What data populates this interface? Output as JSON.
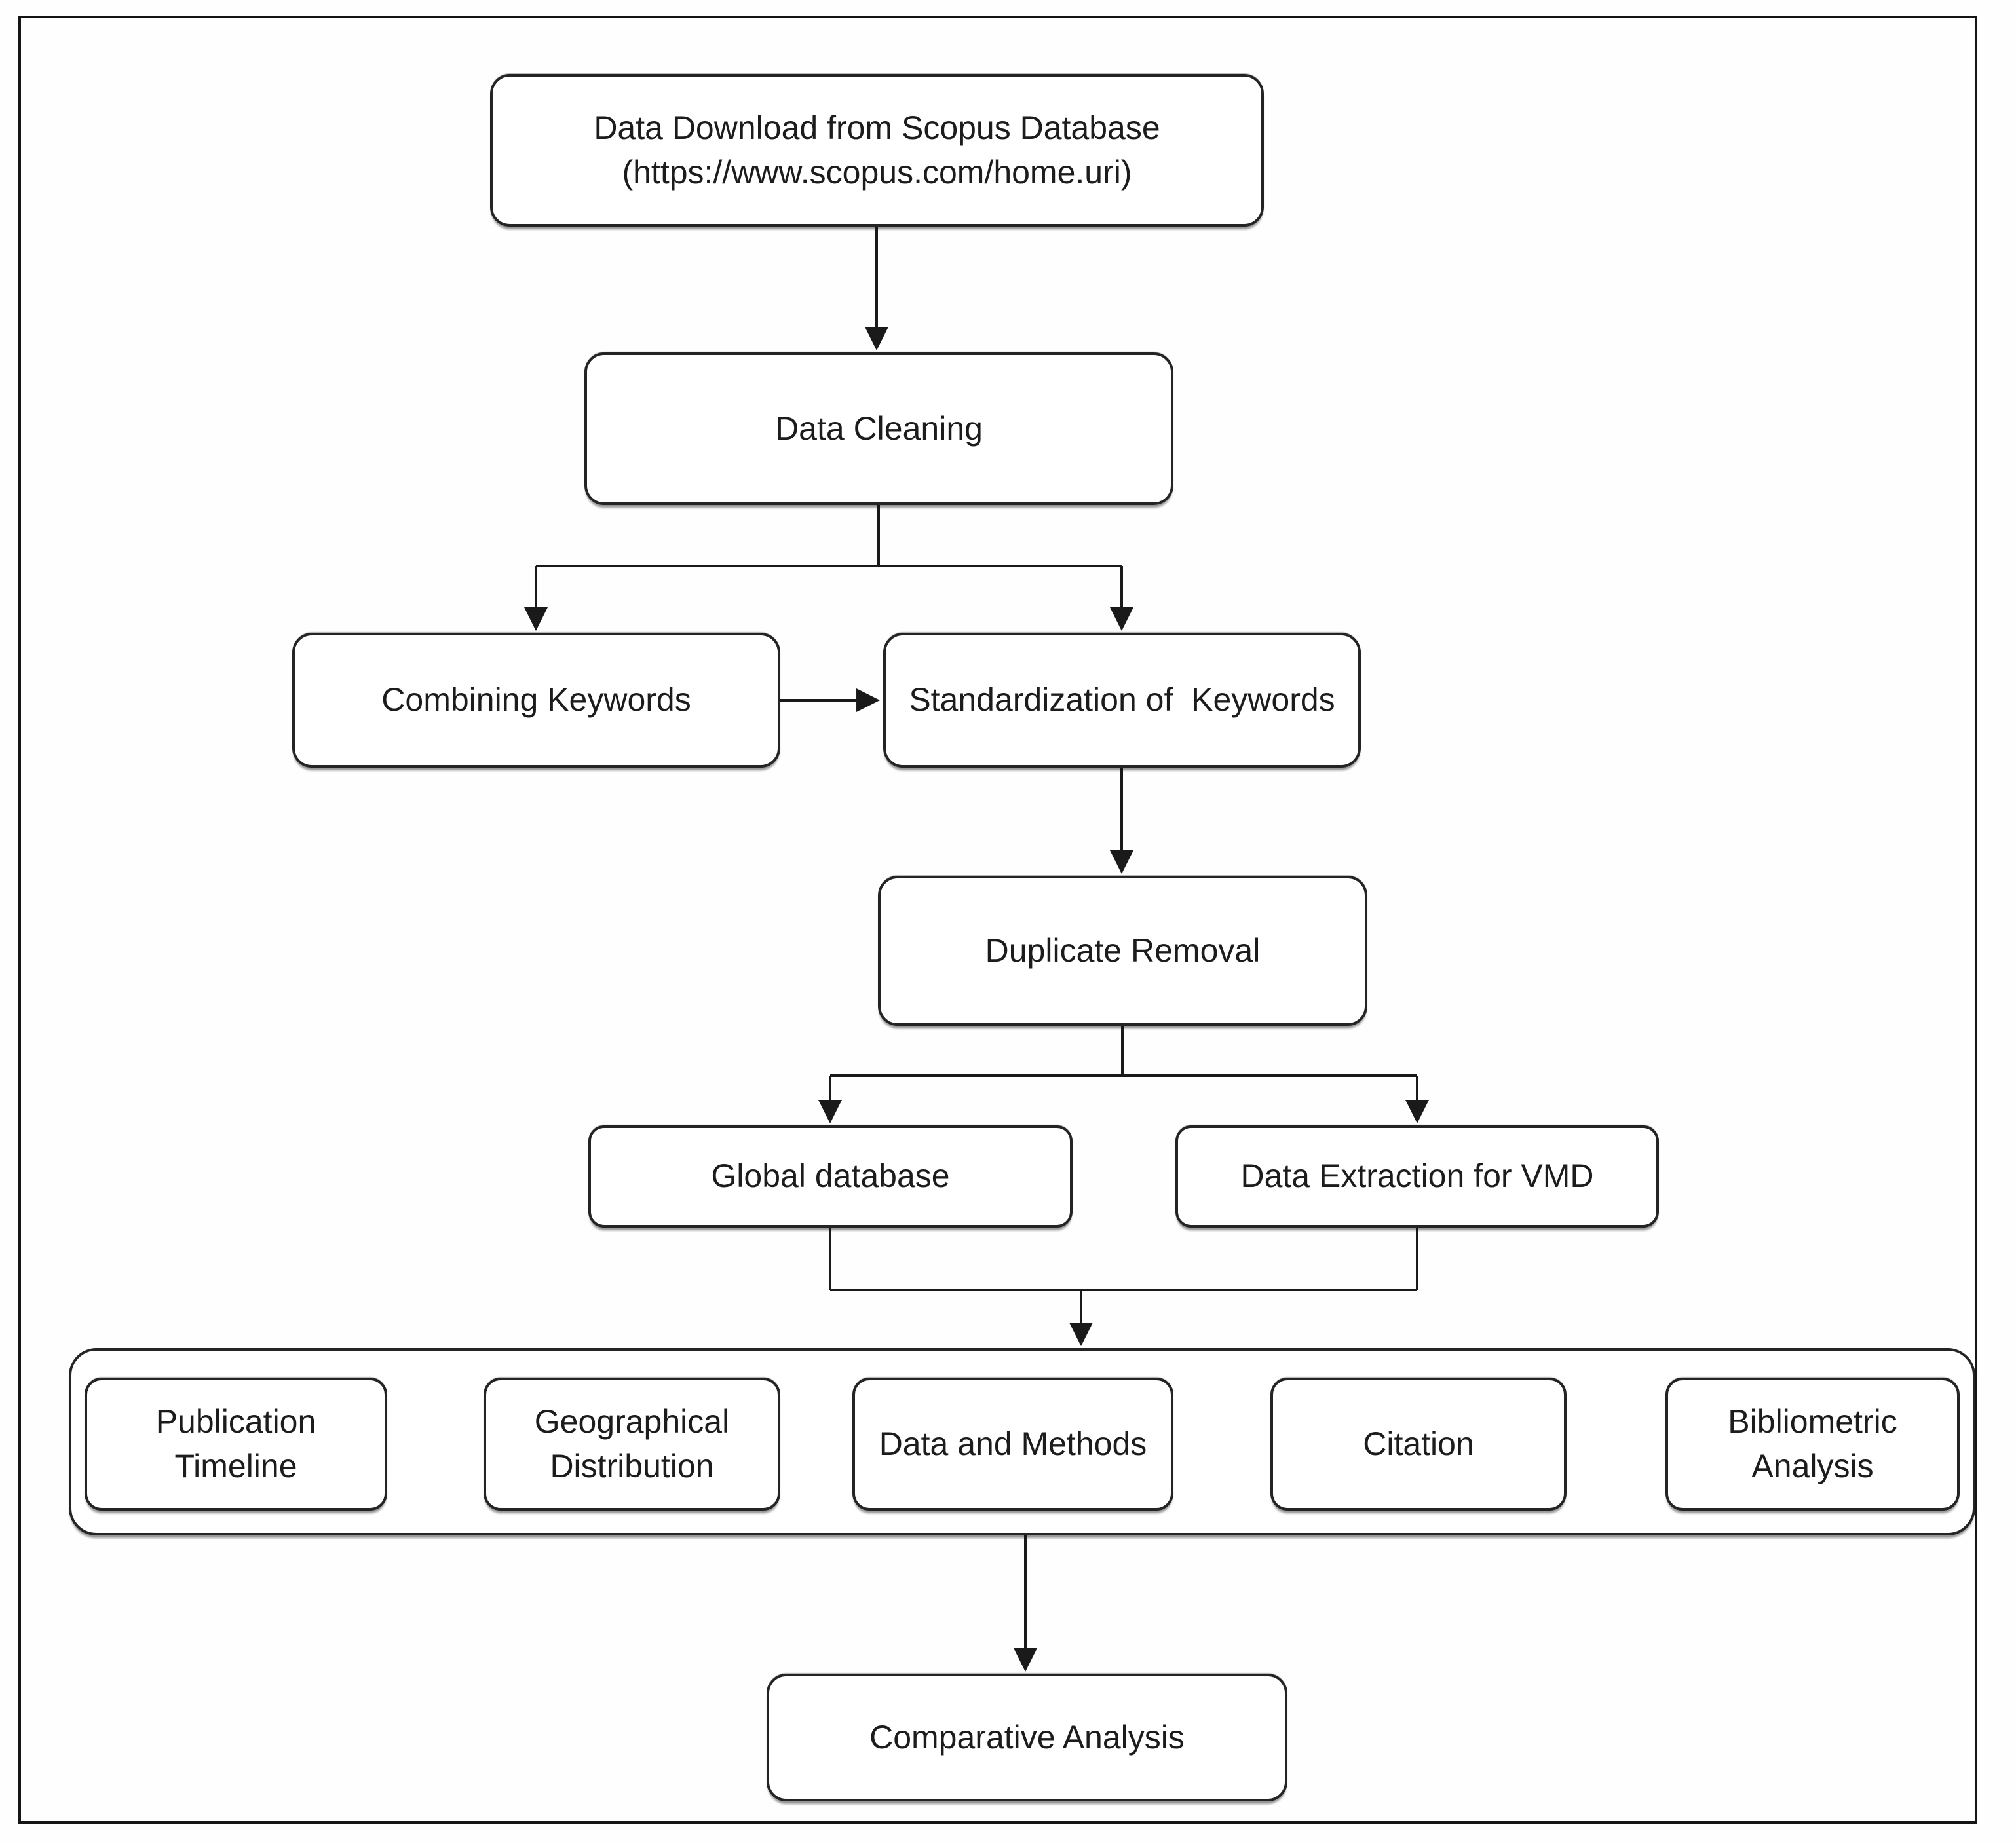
{
  "figure": {
    "type": "flowchart",
    "title": "Bibliometric methodology workflow"
  },
  "colors": {
    "background": "#fefefe",
    "box_fill": "#ffffff",
    "box_border": "#242424",
    "connector": "#1a1a1a",
    "text": "#1c1c1c",
    "frame_border": "#151515"
  },
  "nodes": {
    "scopus": {
      "label": "Data Download from Scopus Database\n(https://www.scopus.com/home.uri)"
    },
    "cleaning": {
      "label": "Data Cleaning"
    },
    "combining": {
      "label": "Combining Keywords"
    },
    "standardization": {
      "label": "Standardization of  Keywords"
    },
    "duplicate": {
      "label": "Duplicate Removal"
    },
    "global": {
      "label": "Global database"
    },
    "extraction": {
      "label": "Data Extraction for VMD"
    },
    "publication": {
      "label": "Publication\nTimeline"
    },
    "geographical": {
      "label": "Geographical\nDistribution"
    },
    "datamethods": {
      "label": "Data and Methods"
    },
    "citation": {
      "label": "Citation"
    },
    "bibliometric": {
      "label": "Bibliometric\nAnalysis"
    },
    "comparative": {
      "label": "Comparative Analysis"
    }
  },
  "edges": [
    {
      "from": "scopus",
      "to": "cleaning"
    },
    {
      "from": "cleaning",
      "to": "combining"
    },
    {
      "from": "cleaning",
      "to": "standardization"
    },
    {
      "from": "combining",
      "to": "standardization"
    },
    {
      "from": "standardization",
      "to": "duplicate"
    },
    {
      "from": "duplicate",
      "to": "global"
    },
    {
      "from": "duplicate",
      "to": "extraction"
    },
    {
      "from": "global",
      "to": "analyses-group"
    },
    {
      "from": "extraction",
      "to": "analyses-group"
    },
    {
      "from": "analyses-group",
      "to": "comparative"
    }
  ]
}
